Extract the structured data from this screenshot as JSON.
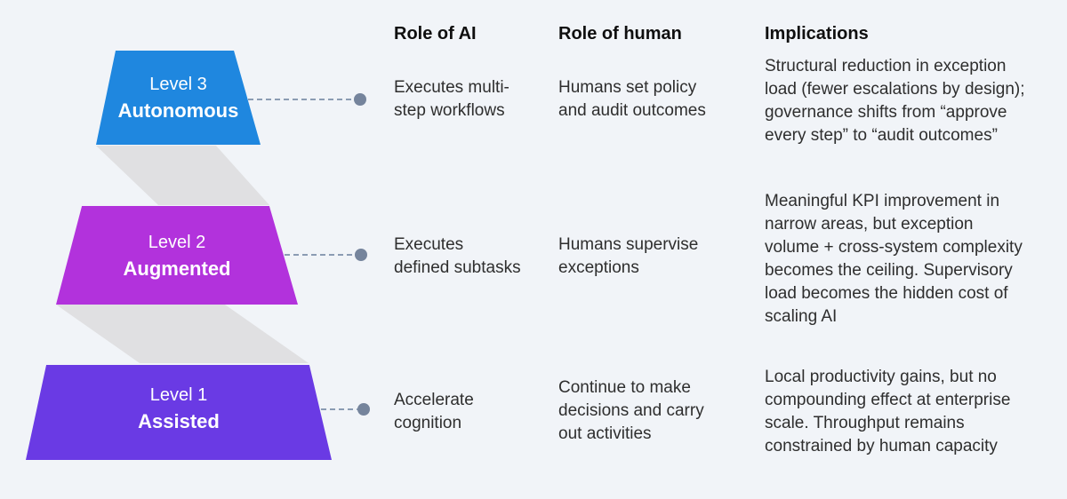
{
  "background_color": "#f1f4f8",
  "pyramid": {
    "levels": [
      {
        "name": "Level 3",
        "label": "Autonomous",
        "color": "#1f87df"
      },
      {
        "name": "Level 2",
        "label": "Augmented",
        "color": "#b232dc"
      },
      {
        "name": "Level 1",
        "label": "Assisted",
        "color": "#6a3ae4"
      }
    ],
    "shadow_color": "#e0e0e2",
    "connector_line_color": "#8b9cb3",
    "connector_dot_color": "#75849c"
  },
  "columns": {
    "ai_header": "Role of AI",
    "human_header": "Role of human",
    "implications_header": "Implications"
  },
  "rows": [
    {
      "ai": "Executes multi-\nstep workflows",
      "human": "Humans set policy\nand audit outcomes",
      "implications": "Structural reduction in exception\nload (fewer escalations by design);\ngovernance shifts from “approve\nevery step” to “audit outcomes”"
    },
    {
      "ai": "Executes\ndefined subtasks",
      "human": "Humans supervise\nexceptions",
      "implications": "Meaningful KPI improvement in\nnarrow areas, but exception\nvolume + cross-system complexity\nbecomes the ceiling. Supervisory\nload becomes the hidden cost of\nscaling AI"
    },
    {
      "ai": "Accelerate\ncognition",
      "human": "Continue to make\ndecisions and carry\nout activities",
      "implications": "Local productivity gains, but no\ncompounding effect at enterprise\nscale. Throughput remains\nconstrained by human capacity"
    }
  ]
}
